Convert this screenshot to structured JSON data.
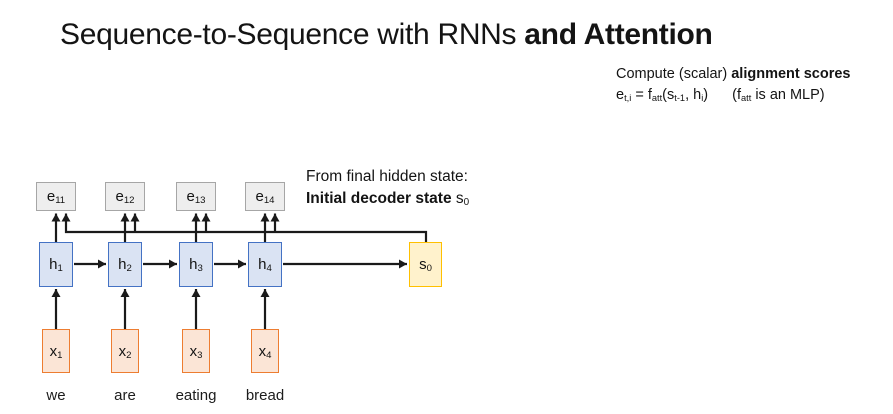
{
  "slide": {
    "title": {
      "normal": "Sequence-to-Sequence with RNNs ",
      "bold": "and Attention"
    }
  },
  "alignment_note": {
    "line1_normal": "Compute (scalar) ",
    "line1_bold": "alignment scores",
    "expr_tokens": [
      {
        "t": "n",
        "v": "e"
      },
      {
        "t": "s",
        "v": "t,i"
      },
      {
        "t": "n",
        "v": " = f"
      },
      {
        "t": "s",
        "v": "att"
      },
      {
        "t": "n",
        "v": "(s"
      },
      {
        "t": "s",
        "v": "t-1"
      },
      {
        "t": "n",
        "v": ", h"
      },
      {
        "t": "s",
        "v": "i"
      },
      {
        "t": "n",
        "v": ")"
      }
    ],
    "note_tokens": [
      {
        "t": "n",
        "v": "(f"
      },
      {
        "t": "s",
        "v": "att"
      },
      {
        "t": "n",
        "v": " is an MLP)"
      }
    ]
  },
  "decoder_note": {
    "line1": "From final hidden state:",
    "line2_tokens": [
      {
        "t": "b",
        "v": "Initial decoder state "
      },
      {
        "t": "n",
        "v": "s"
      },
      {
        "t": "s",
        "v": "0"
      }
    ]
  },
  "diagram": {
    "e_labels": [
      [
        {
          "t": "n",
          "v": "e"
        },
        {
          "t": "s",
          "v": "11"
        }
      ],
      [
        {
          "t": "n",
          "v": "e"
        },
        {
          "t": "s",
          "v": "12"
        }
      ],
      [
        {
          "t": "n",
          "v": "e"
        },
        {
          "t": "s",
          "v": "13"
        }
      ],
      [
        {
          "t": "n",
          "v": "e"
        },
        {
          "t": "s",
          "v": "14"
        }
      ]
    ],
    "h_labels": [
      [
        {
          "t": "n",
          "v": "h"
        },
        {
          "t": "s",
          "v": "1"
        }
      ],
      [
        {
          "t": "n",
          "v": "h"
        },
        {
          "t": "s",
          "v": "2"
        }
      ],
      [
        {
          "t": "n",
          "v": "h"
        },
        {
          "t": "s",
          "v": "3"
        }
      ],
      [
        {
          "t": "n",
          "v": "h"
        },
        {
          "t": "s",
          "v": "4"
        }
      ]
    ],
    "x_labels": [
      [
        {
          "t": "n",
          "v": "x"
        },
        {
          "t": "s",
          "v": "1"
        }
      ],
      [
        {
          "t": "n",
          "v": "x"
        },
        {
          "t": "s",
          "v": "2"
        }
      ],
      [
        {
          "t": "n",
          "v": "x"
        },
        {
          "t": "s",
          "v": "3"
        }
      ],
      [
        {
          "t": "n",
          "v": "x"
        },
        {
          "t": "s",
          "v": "4"
        }
      ]
    ],
    "s_label": [
      {
        "t": "n",
        "v": "s"
      },
      {
        "t": "s",
        "v": "0"
      }
    ],
    "words": [
      "we",
      "are",
      "eating",
      "bread"
    ]
  },
  "colors": {
    "e_fill": "#eeeeee",
    "e_border": "#a6a6a6",
    "h_fill": "#dae3f3",
    "h_border": "#4472c4",
    "x_fill": "#fbe5d6",
    "x_border": "#ed7d31",
    "s_fill": "#fff2cc",
    "s_border": "#ffc000",
    "arrow": "#1a1a1a"
  }
}
